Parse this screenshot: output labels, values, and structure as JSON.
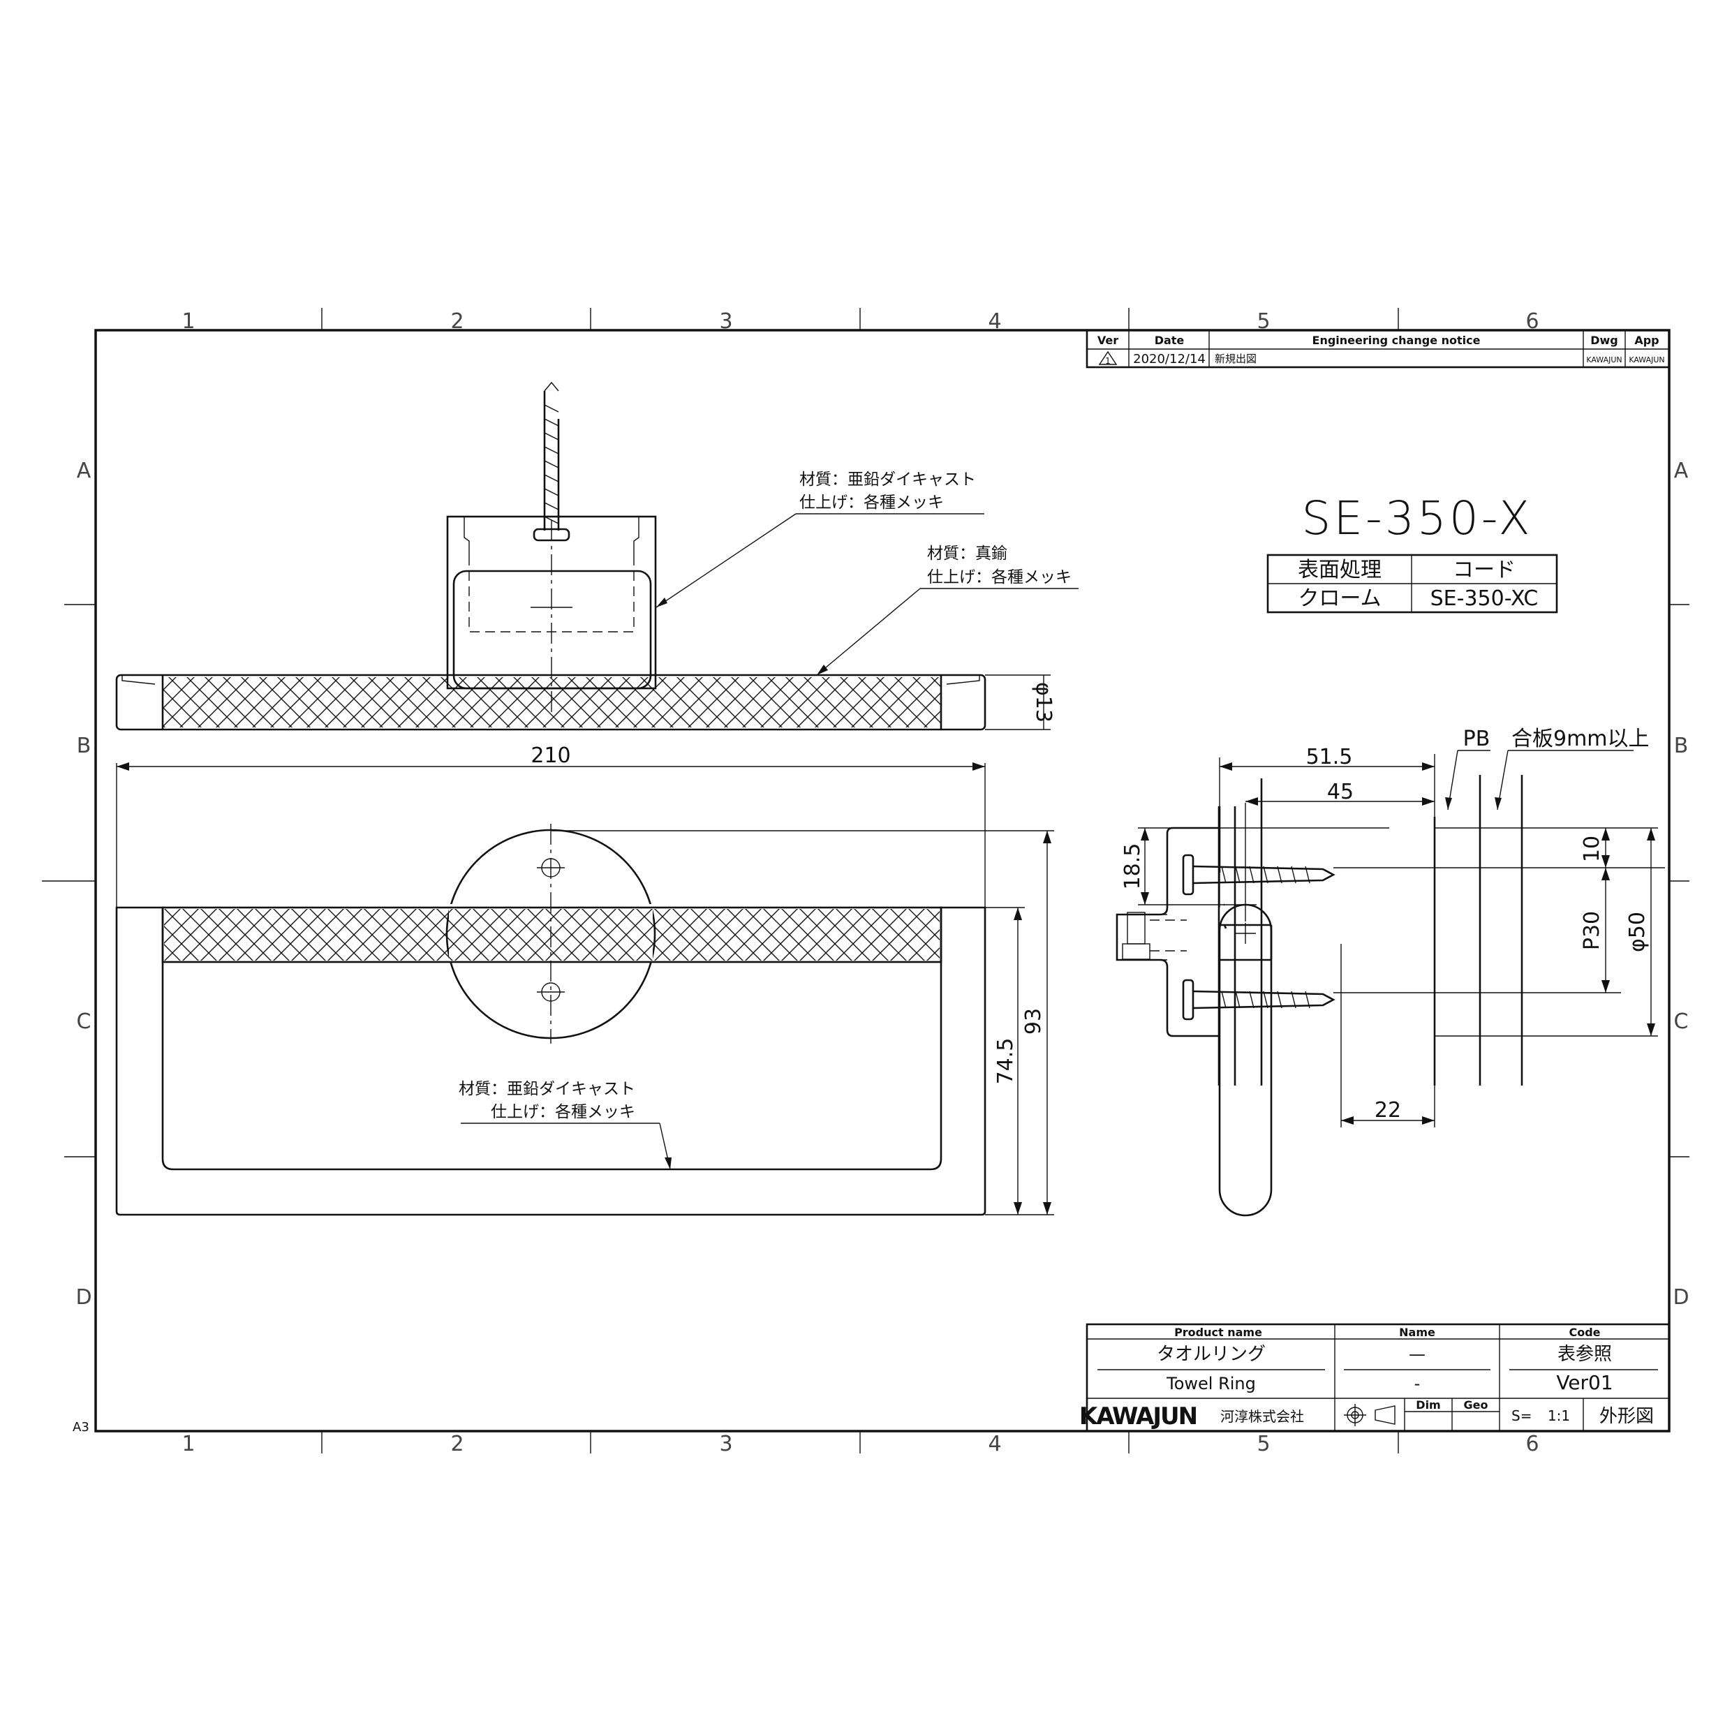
{
  "border": {
    "columns": [
      "1",
      "2",
      "3",
      "4",
      "5",
      "6"
    ],
    "rows": [
      "A",
      "B",
      "C",
      "D"
    ],
    "sheet_size": "A3"
  },
  "revision_table": {
    "headers": [
      "Ver",
      "Date",
      "Engineering change notice",
      "Dwg",
      "App"
    ],
    "row": {
      "ver": "1",
      "date": "2020/12/14",
      "notice": "新規出図",
      "dwg": "KAWAJUN",
      "app": "KAWAJUN"
    }
  },
  "model": {
    "code": "SE-350-X",
    "finish_table": {
      "headers": [
        "表面処理",
        "コード"
      ],
      "rows": [
        [
          "クローム",
          "SE-350-XC"
        ]
      ]
    }
  },
  "notes": {
    "bracket_material": "材質：亜鉛ダイキャスト",
    "bracket_finish": "仕上げ：各種メッキ",
    "bar_material": "材質：真鍮",
    "bar_finish": "仕上げ：各種メッキ",
    "ring_material": "材質：亜鉛ダイキャスト",
    "ring_finish": "仕上げ：各種メッキ"
  },
  "dimensions": {
    "bar_diameter": "φ13",
    "overall_width": "210",
    "height_93": "93",
    "height_74_5": "74.5",
    "depth_51_5": "51.5",
    "depth_45": "45",
    "offset_18_5": "18.5",
    "screw_10": "10",
    "pitch": "P30",
    "base_diameter": "φ50",
    "depth_22": "22",
    "pb": "PB",
    "plywood": "合板9mm以上"
  },
  "title_block": {
    "headers": {
      "product": "Product name",
      "name": "Name",
      "code": "Code",
      "dim": "Dim",
      "geo": "Geo"
    },
    "product_jp": "タオルリング",
    "product_en": "Towel Ring",
    "name_1": "—",
    "name_2": "-",
    "code_1": "表参照",
    "code_2": "Ver01",
    "company_logo": "KAWAJUN",
    "company_jp": "河淳株式会社",
    "scale_label": "S=",
    "scale_value": "1:1",
    "drawing_type": "外形図"
  }
}
